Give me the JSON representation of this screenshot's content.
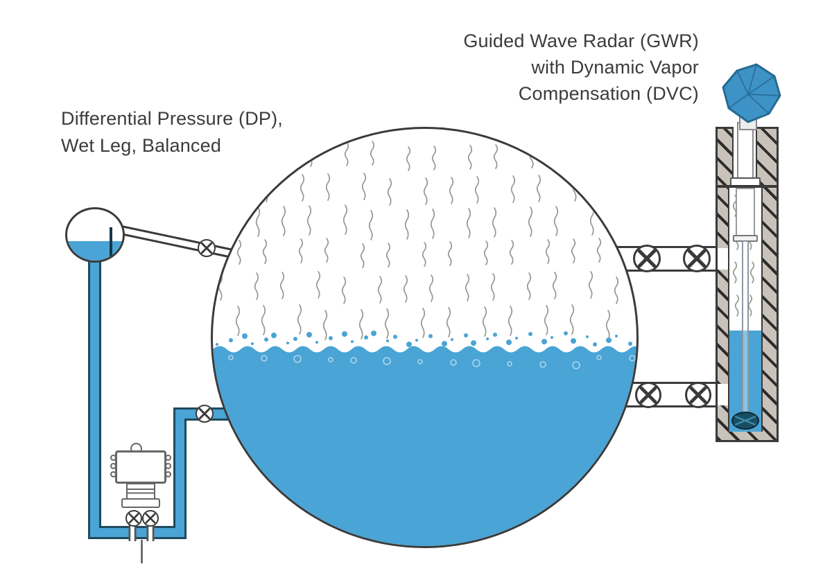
{
  "labels": {
    "dp_line1": "Differential Pressure (DP),",
    "dp_line2": "Wet Leg, Balanced",
    "gwr_line1": "Guided Wave Radar (GWR)",
    "gwr_line2": "with Dynamic Vapor",
    "gwr_line3": "Compensation (DVC)"
  },
  "colors": {
    "liquid": "#4aa4d5",
    "liquid_outline": "#1e4a5c",
    "diagram_outline": "#3a3a3a",
    "vapor_squiggle": "#97978d",
    "transmitter_head": "#3e93c6",
    "transmitter_head_edge": "#256a92",
    "chamber_wall": "#c9c2ba",
    "chamber_hatch": "#2c2c2c",
    "probe_weight": "#174e63",
    "device_outline": "#666666",
    "bubble_ring": "rgba(255,255,255,0.55)"
  },
  "icons": {
    "valve": "circle-with-X valve symbol",
    "vapor": "wavy vertical line vapor symbol"
  }
}
